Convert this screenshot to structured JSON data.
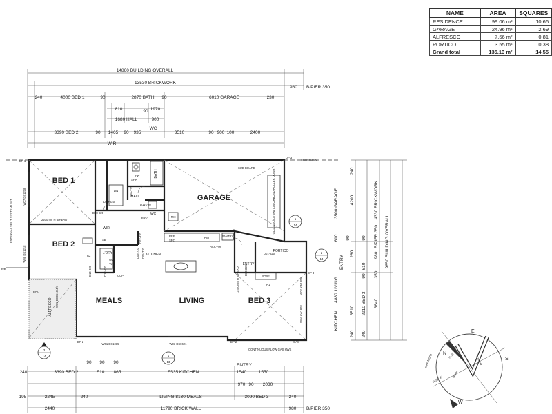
{
  "area_table": {
    "headers": [
      "NAME",
      "AREA",
      "SQUARES"
    ],
    "rows": [
      {
        "name": "RESIDENCE",
        "area": "99.06 m²",
        "squares": "10.66"
      },
      {
        "name": "GARAGE",
        "area": "24.96 m²",
        "squares": "2.69"
      },
      {
        "name": "ALFRESCO",
        "area": "7.56 m²",
        "squares": "0.81"
      },
      {
        "name": "PORTICO",
        "area": "3.55 m²",
        "squares": "0.38"
      }
    ],
    "total": {
      "name": "Grand total",
      "area": "135.13 m²",
      "squares": "14.55"
    }
  },
  "rooms": {
    "bed1": "BED 1",
    "bed2": "BED 2",
    "bed3": "BED 3",
    "garage": "GARAGE",
    "meals": "MEALS",
    "living": "LIVING",
    "kitchen": "KITCHEN",
    "alfresco": "ALFRESCO",
    "hall": "HALL",
    "wc": "WC",
    "wir": "WIR",
    "ldry": "L'DRY",
    "bath": "BATH",
    "entry": "ENTRY",
    "portico": "PORTICO",
    "lin": "LIN",
    "robe": "ROBE",
    "pantry": "PANTRY"
  },
  "fixtures": {
    "sub_board": "SUB-BOARD",
    "boundary": "BOUNDARY",
    "garage_door": "GD1 2100h 2700w COLORBOND ROLLER DOOR",
    "bed1_head": "2200mm H B/HEAD",
    "entry_head": "2200mm H B/HEAD",
    "split_system": "EXTERNAL SPLIT SYSTEM UNIT",
    "gas_hws": "CONTINUOUS FLOW GAS HWS",
    "gas": "GAS",
    "ref": "REF",
    "spc": "SPC",
    "brv": "BRV",
    "mh": "MH",
    "dw": "DW",
    "shr": "SHR",
    "wm": "WM",
    "tub": "TUB",
    "sb": "SB",
    "bov": "BOV",
    "fw": "FW",
    "cop": "COP"
  },
  "windows": {
    "w01": "W01 DS1015",
    "w03": "W03 DS0621",
    "w02": "W02 AW1808",
    "w04": "W04 AW1808",
    "w07": "W07 DS1218",
    "w08": "W08 DS1218",
    "w05": "W05 DS0610/4/4"
  },
  "doors": {
    "d09": "D09-820",
    "d08": "D08-820",
    "d10": "D10-720",
    "d11": "D11-720",
    "d07": "D07-820",
    "d05": "D05-720",
    "d06": "D06-720",
    "d04": "D04-720",
    "d02": "D02-820",
    "d01": "D01-820",
    "d03": "D03-820",
    "d12": "D12-820",
    "d13": "D13-820"
  },
  "markers": {
    "dp1": "DP 1",
    "dp2a": "DP 2",
    "dp2b": "DP 2",
    "dp3a": "DP 3",
    "dp3b": "DP 3",
    "sec_left": {
      "top": "3",
      "bottom": "14"
    },
    "sec_bottom": {
      "top": "1",
      "bottom": "13"
    },
    "sec_right": {
      "top": "2",
      "bottom": "14"
    },
    "sec_garage": {
      "top": "1",
      "bottom": "14"
    },
    "r1": "R1",
    "r2": "R2",
    "fp": "F/P"
  },
  "dims_top": {
    "overall": "14860  BUILDING OVERALL",
    "brick": "13530  BRICKWORK",
    "pier_gap": "980",
    "pier": "B/PIER 350",
    "r2": [
      "240",
      "4000  BED 1",
      "90",
      "2870  BATH",
      "90",
      "6010  GARAGE",
      "230"
    ],
    "r3": [
      "810",
      "90",
      "1970"
    ],
    "r4": [
      "1680  HALL",
      "900"
    ],
    "r4b": [
      "WC"
    ],
    "r5": [
      "3390  BED 2",
      "90",
      "1465",
      "90",
      "935",
      "3510",
      "90",
      "900",
      "100",
      "2400"
    ],
    "r6": [
      "WIR"
    ]
  },
  "dims_bottom": {
    "b1": [
      "240",
      "3390  BED 2",
      "510",
      "865",
      "5535  KITCHEN",
      "1540",
      "1550"
    ],
    "b1a": [
      "90",
      "90",
      "90",
      "ENTRY"
    ],
    "b2": [
      "970",
      "90",
      "2030"
    ],
    "b3": [
      "195",
      "2245",
      "240",
      "LIVING  8130  MEALS",
      "3090  BED 3",
      "240"
    ],
    "b4": [
      "2440",
      "11790  BRICK WALL",
      "980",
      "B/PIER 350"
    ]
  },
  "dims_right": {
    "r1": [
      "240",
      "4200",
      "3500  GARAGE",
      "610",
      "1280",
      "ENTRY",
      "3510",
      "240"
    ],
    "r2": [
      "90",
      "4880  LIVING",
      "KITCHEN"
    ],
    "r3": [
      "90",
      "610",
      "90",
      "2910  BED 3",
      "240"
    ],
    "r4": [
      "4330  BRICKWORK",
      "B/PIER 350",
      "980",
      "350",
      "3640"
    ],
    "r5": [
      "9650  BUILDING OVERALL"
    ]
  },
  "compass": {
    "n": "N",
    "e": "E",
    "w": "W",
    "s": "S",
    "north_facing": "north facing",
    "summer": "summer",
    "winter": "winter",
    "n30e": "N 30° E",
    "n20w": "N 20° W"
  }
}
